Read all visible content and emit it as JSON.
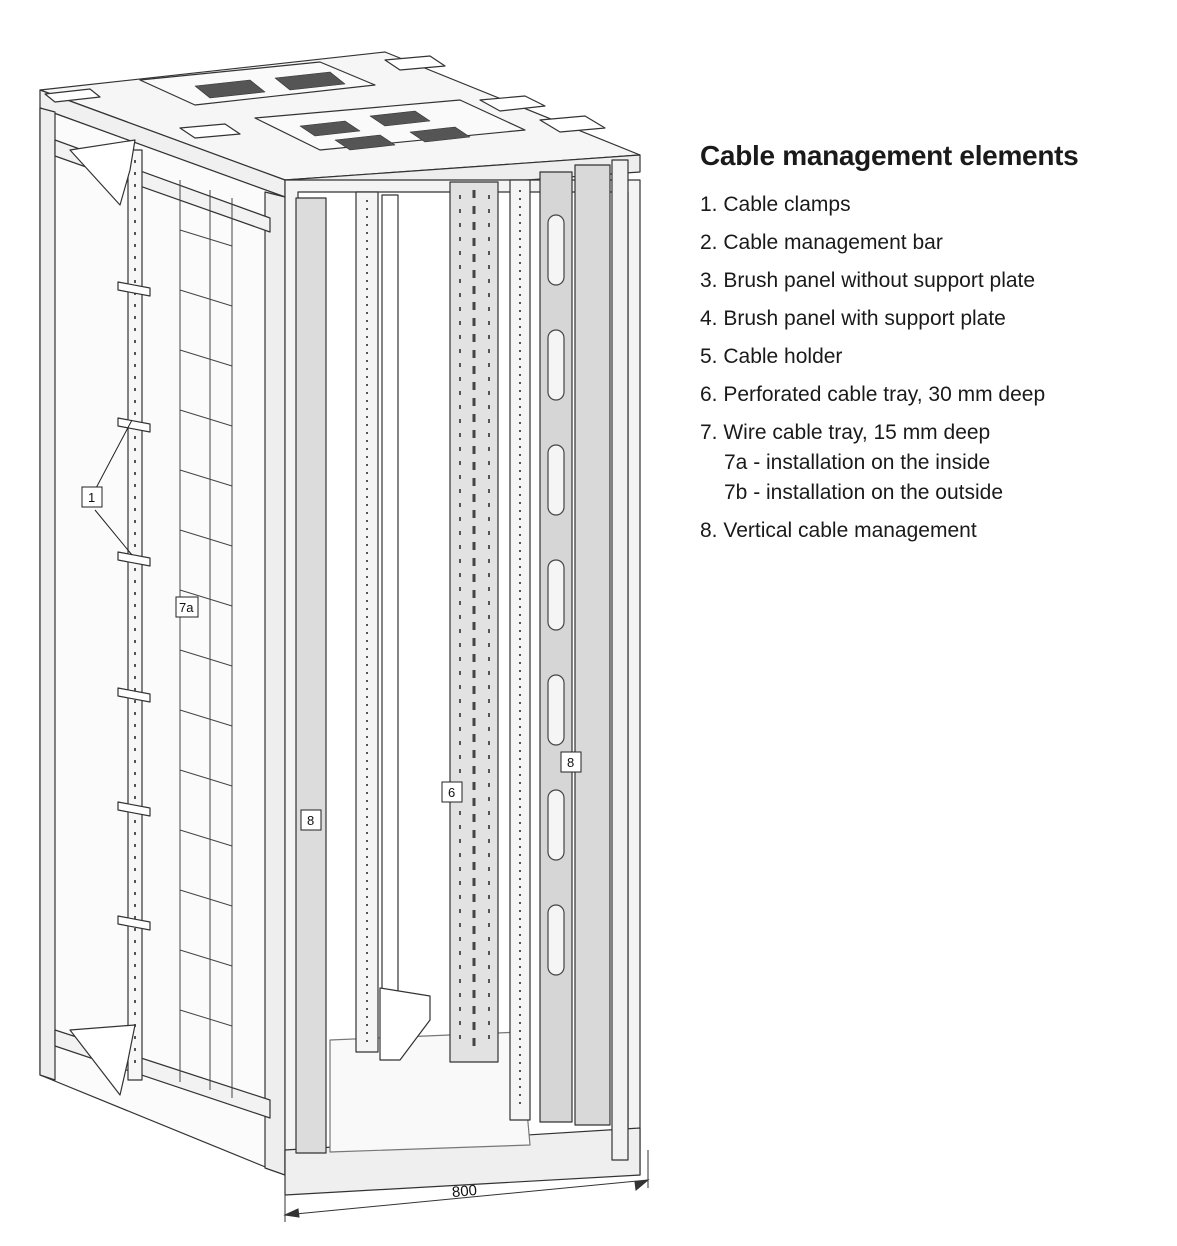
{
  "legend": {
    "title": "Cable management elements",
    "items": [
      {
        "text": "1. Cable clamps"
      },
      {
        "text": "2. Cable management bar"
      },
      {
        "text": "3. Brush panel without support plate"
      },
      {
        "text": "4. Brush panel with support plate"
      },
      {
        "text": "5. Cable holder"
      },
      {
        "text": "6. Perforated cable tray, 30 mm deep"
      },
      {
        "text": "7. Wire cable tray, 15 mm deep",
        "sub": [
          "7a - installation on the inside",
          "7b - installation on the outside"
        ]
      },
      {
        "text": "8. Vertical cable management"
      }
    ]
  },
  "drawing": {
    "callouts": {
      "c1": "1",
      "c7a": "7a",
      "c6": "6",
      "c8_left": "8",
      "c8_right": "8"
    },
    "dimension_width": "800"
  },
  "colors": {
    "line": "#333333",
    "panel_fill": "#dcdcdc",
    "frame_fill": "#f4f4f4"
  }
}
